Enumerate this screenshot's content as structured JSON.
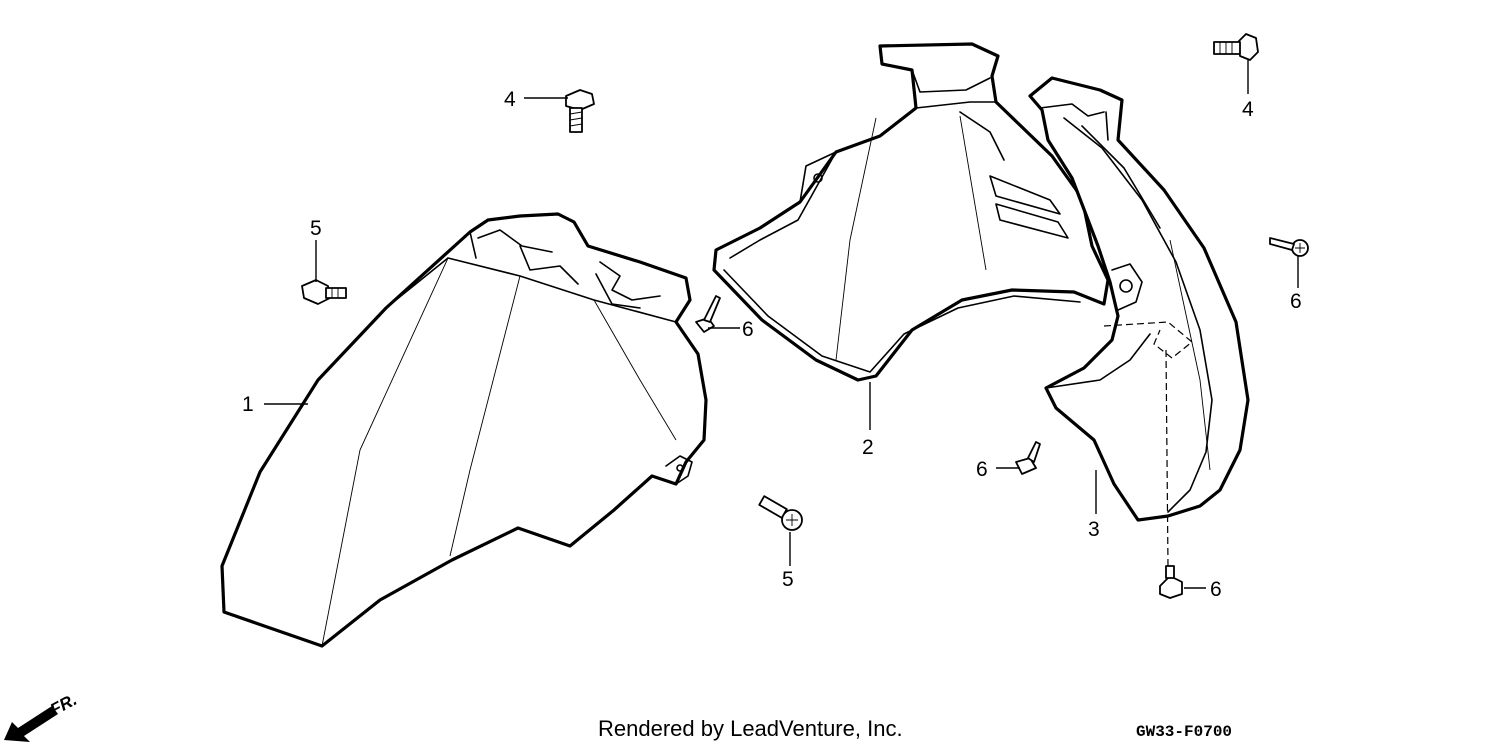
{
  "callouts": {
    "part1": "1",
    "part2": "2",
    "part3": "3",
    "bolt4_left": "4",
    "bolt4_right": "4",
    "screw5_left": "5",
    "screw5_bottom": "5",
    "screw6_a": "6",
    "screw6_b": "6",
    "screw6_c": "6",
    "screw6_d": "6"
  },
  "direction_label": "FR.",
  "footer": {
    "credit": "Rendered by LeadVenture, Inc.",
    "diagram_code": "GW33-F0700"
  }
}
